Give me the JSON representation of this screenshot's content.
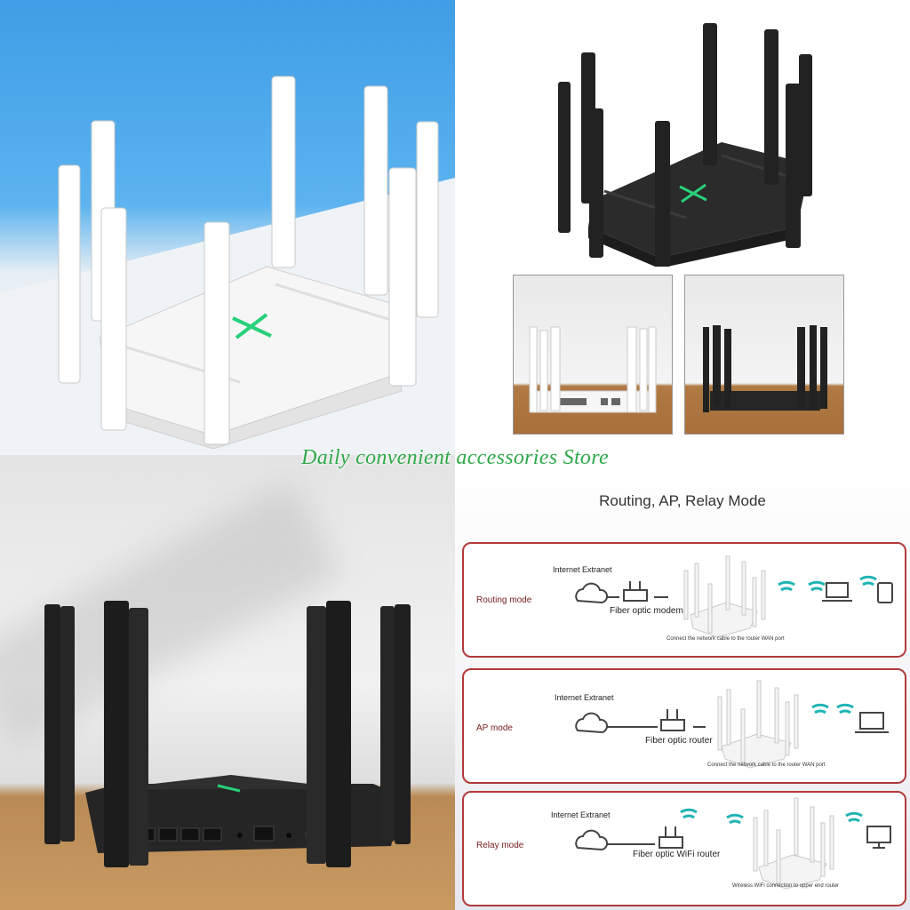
{
  "store_name": "Daily convenient accessories Store",
  "colors": {
    "sky": "#3f9ee6",
    "router_white": "#f4f4f4",
    "router_black": "#262626",
    "accent_green": "#27d07a",
    "wifi_teal": "#1fb3b3",
    "card_border": "#b23a3a"
  },
  "modes_panel": {
    "title": "Routing, AP, Relay Mode",
    "cards": [
      {
        "label": "Routing mode",
        "extranet": "Internet Extranet",
        "device": "Fiber optic modem",
        "note": "Connect the network cable to the router WAN port",
        "icons": [
          "cloud-icon",
          "modem-icon",
          "router-image",
          "wifi-icon",
          "laptop-icon",
          "wifi-icon",
          "tablet-icon"
        ]
      },
      {
        "label": "AP mode",
        "extranet": "Internet Extranet",
        "device": "Fiber optic router",
        "note": "Connect the network cable to the router WAN port",
        "icons": [
          "cloud-icon",
          "router-icon",
          "router-image",
          "wifi-icon",
          "laptop-icon"
        ]
      },
      {
        "label": "Relay mode",
        "extranet": "Internet Extranet",
        "device": "Fiber optic WiFi router",
        "note": "Wireless WiFi connection to upper end router",
        "icons": [
          "cloud-icon",
          "wifi-icon",
          "router-icon",
          "wifi-icon",
          "router-image",
          "wifi-icon",
          "monitor-icon"
        ]
      }
    ]
  }
}
